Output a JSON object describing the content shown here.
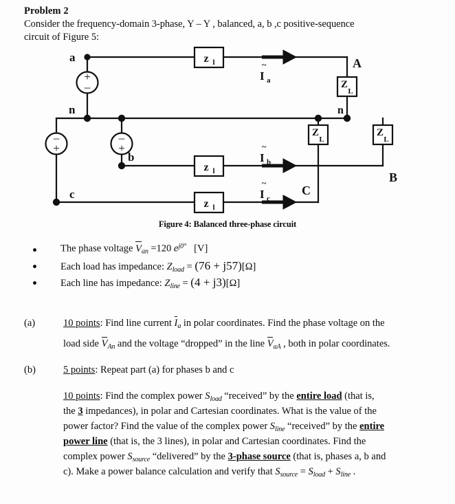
{
  "document": {
    "title": "Problem 2",
    "intro_line_1": "Consider the frequency-domain 3-phase, Y – Y , balanced, a, b ,c positive-sequence",
    "intro_line_2": "circuit of Figure 5:",
    "figure_caption": "Figure 4: Balanced three-phase circuit"
  },
  "circuit": {
    "nodes": {
      "a": "a",
      "b": "b",
      "c": "c",
      "n_source": "n",
      "n_load": "n",
      "A": "A",
      "B": "B",
      "C": "C"
    },
    "line_impedance_label": "z",
    "line_impedance_sub": "l",
    "load_impedance_label": "Z",
    "load_impedance_sub": "L",
    "currents": [
      {
        "symbol": "I",
        "sub": "a"
      },
      {
        "symbol": "I",
        "sub": "b"
      },
      {
        "symbol": "I",
        "sub": "c"
      }
    ],
    "source_polarity_a": {
      "top": "+",
      "bottom": "–"
    },
    "source_polarity_b": {
      "top": "–",
      "bottom": "+"
    },
    "source_polarity_c": {
      "top": "–",
      "bottom": "+"
    }
  },
  "given": {
    "bullets": [
      {
        "pre": "The phase voltage ",
        "vec": "V",
        "sub": "an",
        "eq": " =120 ",
        "exp_base": "e",
        "exp_sup": "j0°",
        "unit": "[V]"
      },
      {
        "pre": "Each load has impedance: ",
        "sym": "Z",
        "sub": "load",
        "eq": " = ",
        "value": "(76 + j57)",
        "unit": "[Ω]"
      },
      {
        "pre": "Each line has impedance: ",
        "sym": "Z",
        "sub": "line",
        "eq": " = ",
        "value": "(4 + j3)",
        "unit": "[Ω]"
      }
    ]
  },
  "parts": {
    "a": {
      "label": "(a)",
      "points": "10 points",
      "line1_a": ": Find line current ",
      "line1_sym": "I",
      "line1_sub": "a",
      "line1_b": " in polar coordinates. Find the phase voltage on the",
      "line2_a": "load side ",
      "line2_sym": "V",
      "line2_sub": "An",
      "line2_b": " and the voltage “dropped” in the line ",
      "line2_sym2": "V",
      "line2_sub2": "aA",
      "line2_c": " , both in polar coordinates."
    },
    "b": {
      "label": "(b)",
      "points": "5 points",
      "line1": ": Repeat part (a) for phases b and c"
    },
    "c": {
      "points": "10 points",
      "l1_a": ": Find the complex power ",
      "l1_sym": "S",
      "l1_sub": "load",
      "l1_b": " “received” by the ",
      "l1_bold": "entire load",
      "l1_c": " (that is,",
      "l2_a": "the ",
      "l2_bold": "3",
      "l2_b": " impedances), in polar and Cartesian coordinates. What is the value of the",
      "l3_a": "power factor? Find the value of the complex power ",
      "l3_sym": "S",
      "l3_sub": "line",
      "l3_b": " “received” by the ",
      "l3_bold": "entire",
      "l4_bold": "power line",
      "l4_a": " (that is, the 3 lines), in polar and Cartesian coordinates. Find the",
      "l5_a": "complex power ",
      "l5_sym": "S",
      "l5_sub": "source",
      "l5_b": " “delivered” by the ",
      "l5_bold": "3-phase source",
      "l5_c": " (that is, phases a, b and",
      "l6_a": "c). Make a power balance calculation and verify that ",
      "l6_sym1": "S",
      "l6_sub1": "source",
      "l6_eq": " = ",
      "l6_sym2": "S",
      "l6_sub2": "load",
      "l6_plus": " + ",
      "l6_sym3": "S",
      "l6_sub3": "line",
      "l6_end": " ."
    }
  },
  "colors": {
    "ink": "#0d0d0d",
    "wire": "#111111",
    "paper": "#fdfdfd"
  }
}
